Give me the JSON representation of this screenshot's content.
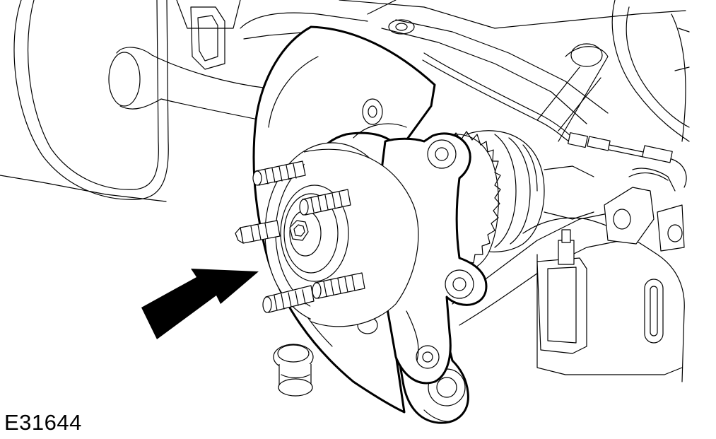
{
  "figure": {
    "id_label": "E31644",
    "stroke_color": "#000000",
    "background_color": "#ffffff",
    "components": [
      "brake-shield",
      "wheel-hub",
      "wheel-studs",
      "knuckle",
      "abs-tone-ring",
      "drive-shaft",
      "abs-sensor-cable",
      "suspension-arm",
      "pointer-arrow"
    ]
  }
}
